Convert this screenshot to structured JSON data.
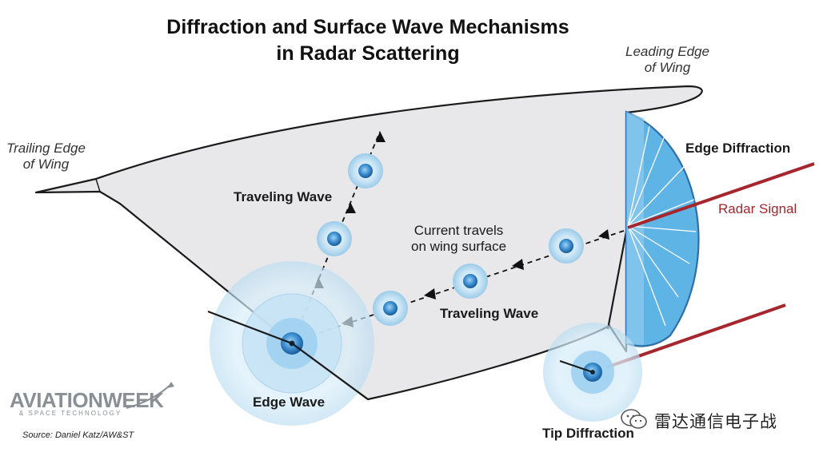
{
  "title_line1": "Diffraction and Surface Wave Mechanisms",
  "title_line2": "in Radar Scattering",
  "labels": {
    "leading_edge_line1": "Leading Edge",
    "leading_edge_line2": "of Wing",
    "trailing_edge_line1": "Trailing Edge",
    "trailing_edge_line2": "of Wing",
    "edge_diffraction": "Edge Diffraction",
    "radar_signal": "Radar Signal",
    "traveling_wave_top": "Traveling Wave",
    "current_line1": "Current travels",
    "current_line2": "on wing surface",
    "traveling_wave_bottom": "Traveling Wave",
    "edge_wave": "Edge Wave",
    "tip_diffraction": "Tip Diffraction"
  },
  "branding": {
    "logo_main": "AVIATIONWEEK",
    "logo_sub": "& SPACE TECHNOLOGY",
    "source": "Source: Daniel Katz/AW&ST",
    "watermark": "雷达通信电子战"
  },
  "colors": {
    "wing_fill": "#e8e8ea",
    "wing_stroke": "#1b1b1b",
    "diffraction_blue": "#5fb4e6",
    "radar_red": "#a5262d",
    "wave_blue": "#3d8fd1"
  }
}
